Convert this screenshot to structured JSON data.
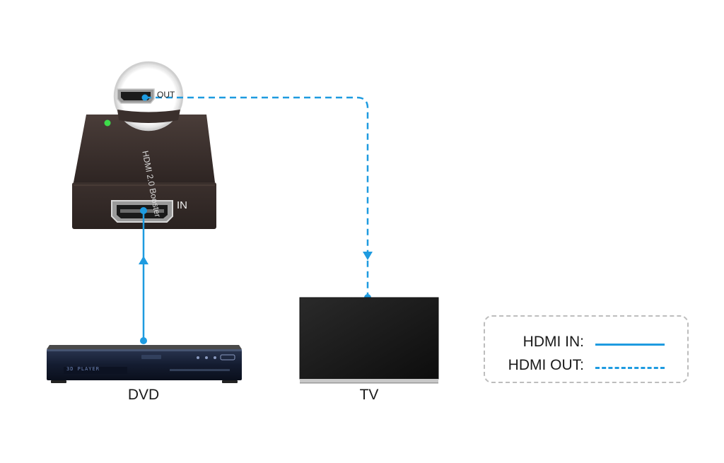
{
  "booster": {
    "brand_text": "HDMI 2.0 Booster",
    "in_label": "IN",
    "out_label": "OUT"
  },
  "devices": {
    "dvd": {
      "label": "DVD",
      "panel_text": "3D PLAYER"
    },
    "tv": {
      "label": "TV"
    }
  },
  "legend": {
    "hdmi_in": "HDMI IN:",
    "hdmi_out": "HDMI OUT:"
  },
  "colors": {
    "cable": "#1e9be0",
    "booster_body": "#3a2f2c",
    "led": "#3ddc4a"
  }
}
